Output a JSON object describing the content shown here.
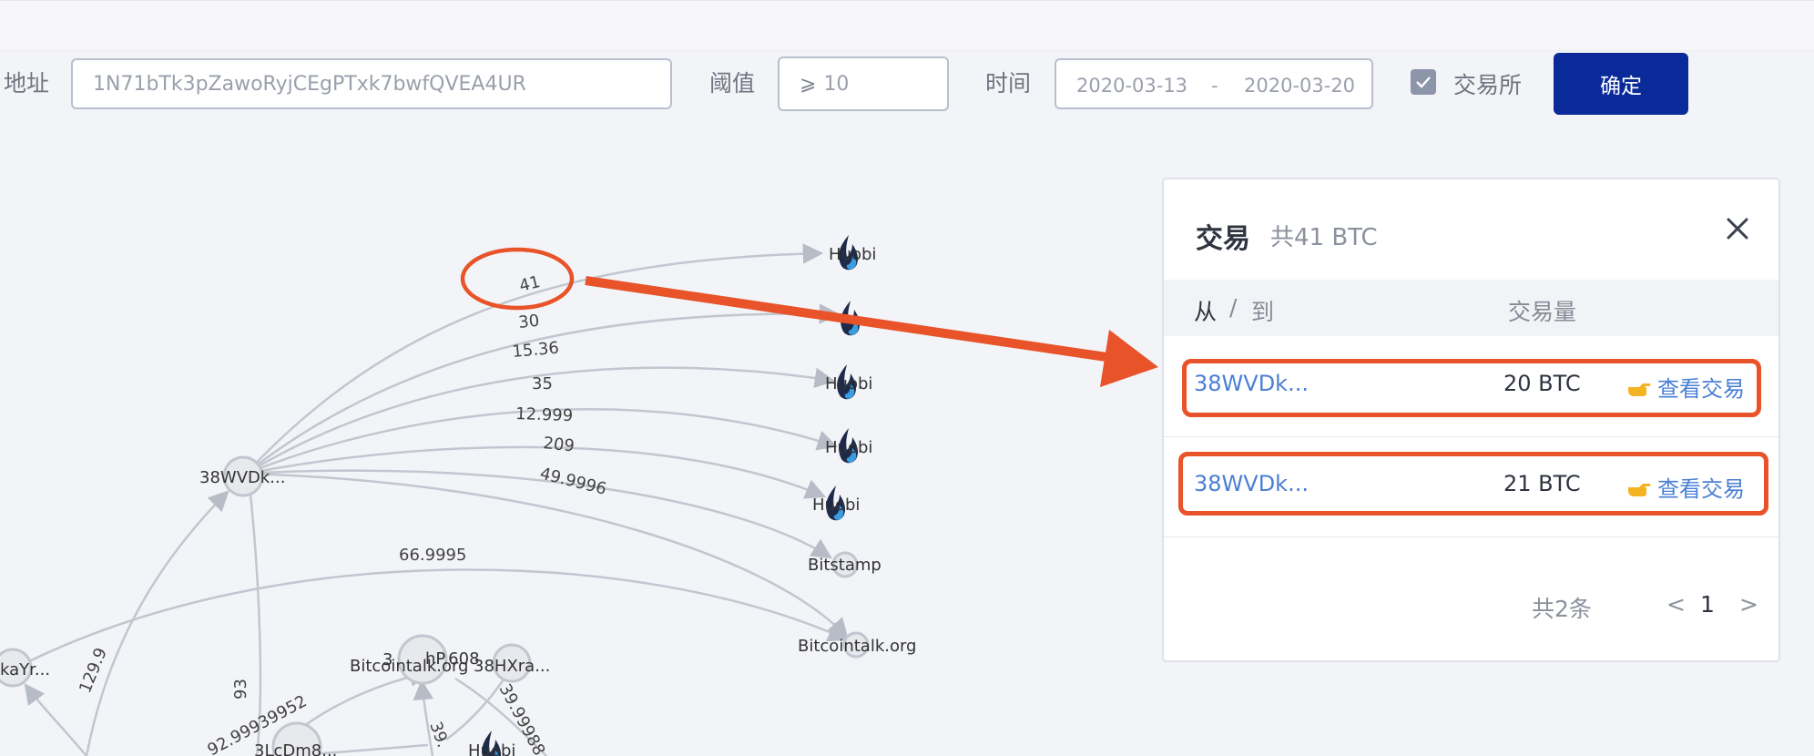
{
  "filters": {
    "address_label": "地址",
    "address_value": "1N71bTk3pZawoRyjCEgPTxk7bwfQVEA4UR",
    "threshold_label": "阈值",
    "threshold_symbol": "⩾",
    "threshold_value": "10",
    "time_label": "时间",
    "date_start": "2020-03-13",
    "date_sep": "-",
    "date_end": "2020-03-20",
    "exchange_label": "交易所",
    "exchange_checked": true,
    "confirm_label": "确定"
  },
  "graph": {
    "edge_labels": [
      "41",
      "30",
      "15.36",
      "35",
      "12.999",
      "209",
      "49.9996",
      "66.9995",
      "129.9",
      "93",
      "92.99939952",
      "39.",
      "39.99988"
    ],
    "node_labels": {
      "source": "38WVDk...",
      "huobi_1": "Huobi",
      "huobi_3": "Huobi",
      "huobi_4": "Huobi",
      "huobi_5": "Huobi",
      "bitstamp": "Bitstamp",
      "bitcointalk": "Bitcointalk.org",
      "left_node": "kaYr...",
      "cluster_a": "Bitcointalk.org",
      "cluster_mid": "3",
      "cluster_b": "hP.608",
      "cluster_c": "38HXra...",
      "bottom_a": "3LcDm8...",
      "bottom_b": "Huobi"
    }
  },
  "panel": {
    "title": "交易",
    "subtitle": "共41 BTC",
    "columns": {
      "from": "从",
      "sep": "/",
      "to": "到",
      "amount": "交易量"
    },
    "rows": [
      {
        "from": "38WVDk...",
        "amount": "20 BTC",
        "action": "查看交易"
      },
      {
        "from": "38WVDk...",
        "amount": "21 BTC",
        "action": "查看交易"
      }
    ],
    "pagination": {
      "total": "共2条",
      "prev": "<",
      "page": "1",
      "next": ">"
    }
  },
  "colors": {
    "primary": "#0a2a9a",
    "link": "#4a7fd4",
    "annotation": "#e8532a",
    "edge": "#c2c6cf"
  }
}
